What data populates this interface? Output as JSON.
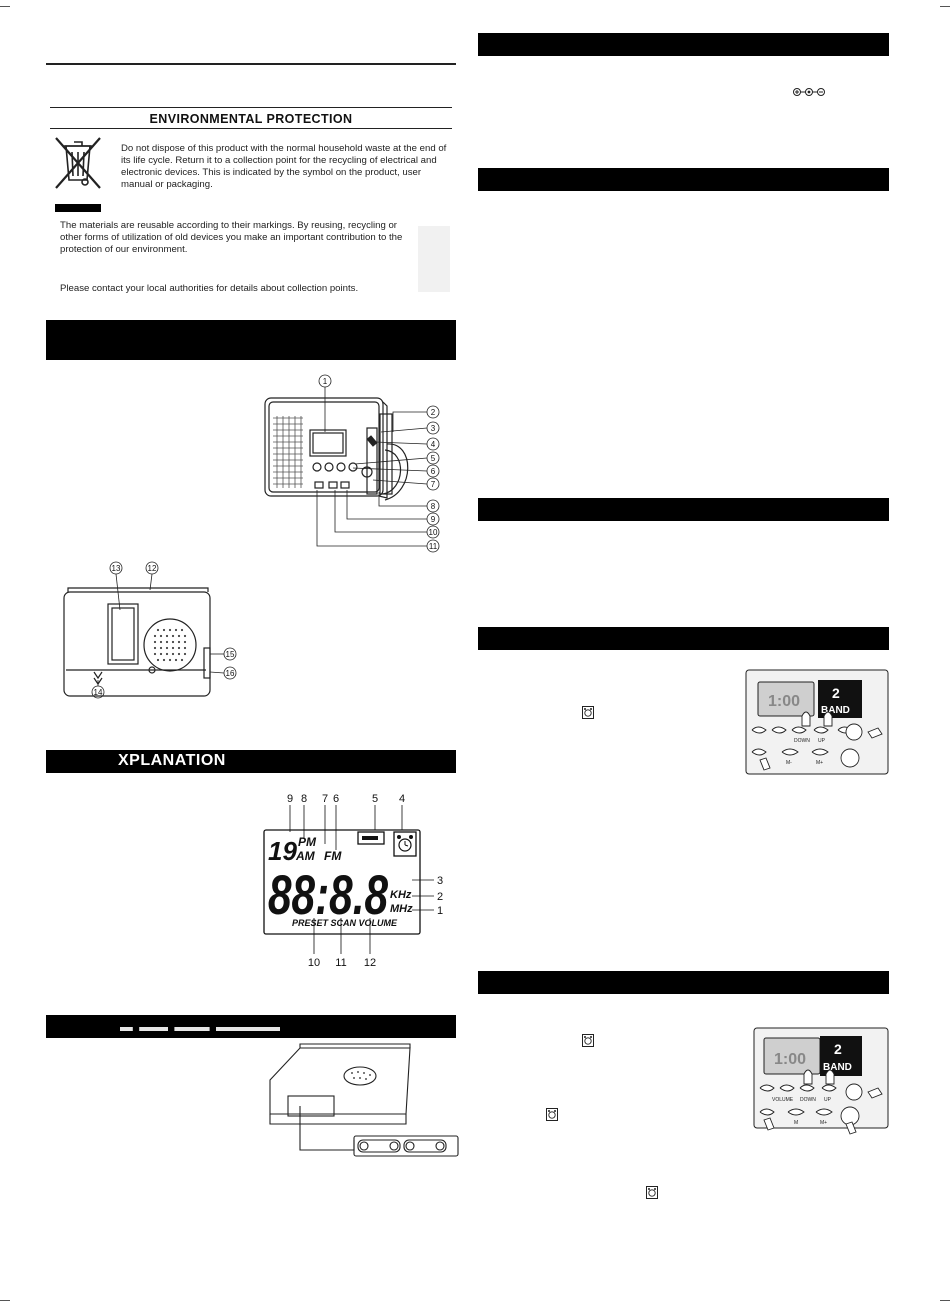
{
  "env": {
    "title": "ENVIRONMENTAL PROTECTION",
    "paragraph1": "Do not dispose of this product with the normal household waste at the end of its life cycle. Return it to a collection point for the recycling of electrical and electronic devices. This is indicated by the symbol on the product, user manual or packaging.",
    "paragraph2": "The materials are reusable according to their markings. By reusing, recycling or other forms of utilization of old devices you make an important contribution to the protection of our environment.",
    "paragraph3": "Please contact your local authorities for details about collection points."
  },
  "sections": {
    "lcd_heading": "XPLANATION"
  },
  "radio_front": {
    "callouts": [
      "1",
      "2",
      "3",
      "4",
      "5",
      "6",
      "7",
      "8",
      "9",
      "10",
      "11"
    ]
  },
  "radio_back": {
    "callouts": [
      "12",
      "13",
      "14",
      "15",
      "16"
    ]
  },
  "lcd": {
    "top_numbers": [
      "9",
      "8",
      "7",
      "6",
      "5",
      "4"
    ],
    "right_numbers": [
      "3",
      "2",
      "1"
    ],
    "bottom_numbers": [
      "10",
      "11",
      "12"
    ],
    "digits_small": "19",
    "pm": "PM",
    "am": "AM",
    "fm": "FM",
    "main_digits": "88:8.8",
    "khz": "KHz",
    "mhz": "MHz",
    "bottom_labels": "PRESET SCAN VOLUME"
  },
  "right_panel": {
    "band_label": "BAND",
    "band_number": "2",
    "lcd_readout_1": "1:00",
    "lcd_readout_2": "1:00",
    "small_key_labels_1": [
      "DOWN",
      "UP"
    ],
    "small_key_labels_2": [
      "DOWN",
      "UP"
    ],
    "mem_labels_1": [
      "M-",
      "M+"
    ],
    "mem_labels_2": [
      "M",
      "M+"
    ],
    "volume_label": "VOLUME"
  }
}
